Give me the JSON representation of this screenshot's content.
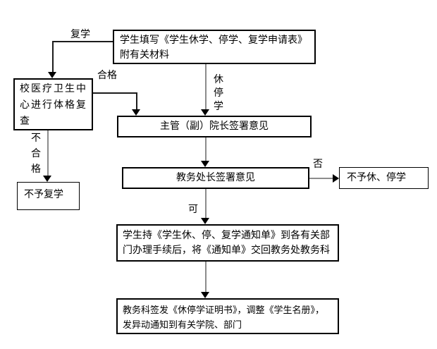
{
  "colors": {
    "background": "#ffffff",
    "box_border": "#000000",
    "straight_connector": "#8c8c8c",
    "elbow_connector": "#1c1c1c",
    "arrowhead": "#000000",
    "text": "#000000"
  },
  "boxes": {
    "application": {
      "text": "学生填写《学生休学、停学、复学申请表》\n附有关材料"
    },
    "medical_recheck": {
      "text": "校医疗卫生中\n心进行体格复\n查"
    },
    "dean_opinion": {
      "text": "主管（副）院长签署意见"
    },
    "registrar_opinion": {
      "text": "教务处长签署意见"
    },
    "deny_leave": {
      "text": "不予休、停学"
    },
    "deny_resume": {
      "text": "不予复学"
    },
    "notice_handling": {
      "text": "学生持《学生休、停、复学通知单》到各有关部\n门办理手续后，将《通知单》交回教务处教务科"
    },
    "certificate_issue": {
      "text": "教务科签发《休停学证明书》，调整《学生名册》，\n发异动通知到有关学院、部门"
    }
  },
  "labels": {
    "resume": "复学",
    "qualified": "合格",
    "leave_suspend": "休\n停\n学",
    "unqualified": "不\n合\n格",
    "approve": "可",
    "deny": "否"
  }
}
